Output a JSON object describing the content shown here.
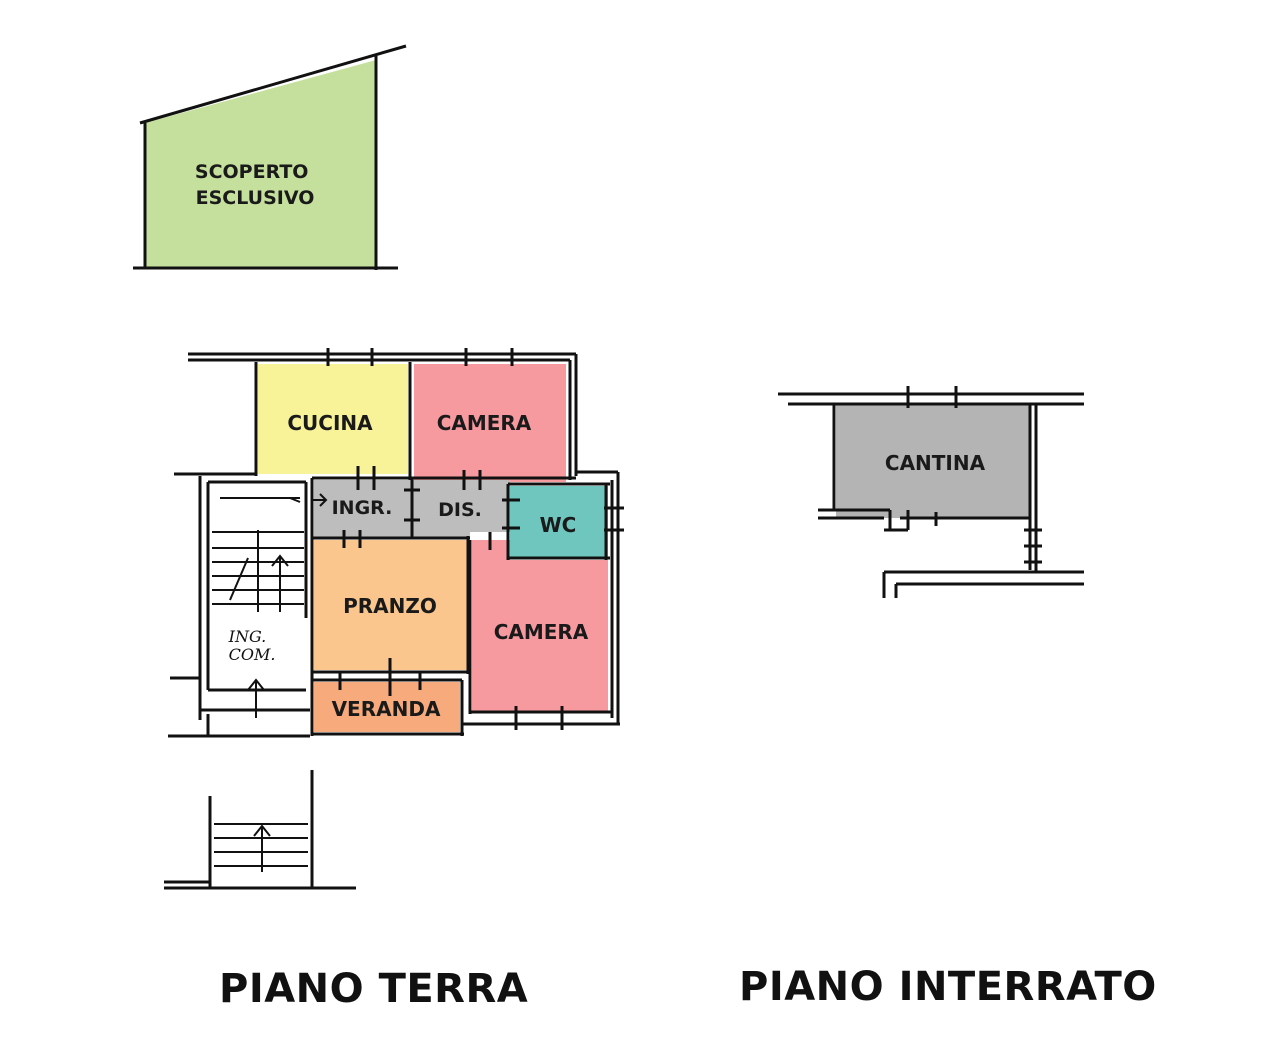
{
  "floors": [
    {
      "title": "PIANO TERRA",
      "rooms": {
        "scoperto_line1": "SCOPERTO",
        "scoperto_line2": "ESCLUSIVO",
        "cucina": "CUCINA",
        "camera_top": "CAMERA",
        "ingresso": "INGR.",
        "disimpegno": "DIS.",
        "wc": "WC",
        "pranzo": "PRANZO",
        "camera_bottom": "CAMERA",
        "veranda": "VERANDA",
        "ing_com_line1": "ING.",
        "ing_com_line2": "COM."
      }
    },
    {
      "title": "PIANO INTERRATO",
      "rooms": {
        "cantina": "CANTINA"
      }
    }
  ],
  "colors": {
    "scoperto": "#c5e09d",
    "cucina": "#f8f399",
    "camera": "#f69aa0",
    "ingresso": "#bdbdbd",
    "wc": "#6ec6bf",
    "pranzo": "#fac68d",
    "veranda": "#f7aa7b",
    "cantina": "#b4b4b4"
  }
}
